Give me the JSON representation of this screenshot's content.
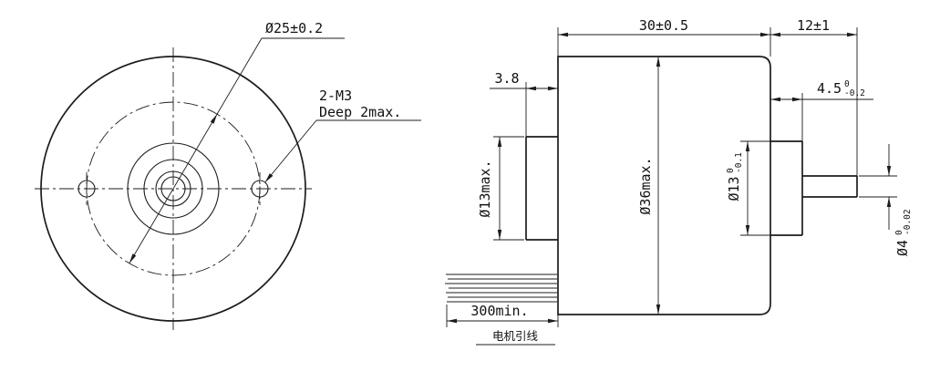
{
  "drawing": {
    "front_view": {
      "bolt_circle_dim": "Ø25±0.2",
      "tapped_hole_callout_line1": "2-M3",
      "tapped_hole_callout_line2": "Deep 2max."
    },
    "side_view": {
      "body_length": "30±0.5",
      "shaft_extension_length": "12±1",
      "front_boss_length": "3.8",
      "rear_boss_length": {
        "value": "4.5",
        "tol_upper": "0",
        "tol_lower": "-0.2"
      },
      "front_boss_diameter": "Ø13max.",
      "body_diameter": "Ø36max.",
      "rear_boss_diameter": {
        "value": "Ø13",
        "tol_upper": "0",
        "tol_lower": "-0.1"
      },
      "shaft_diameter": {
        "value": "Ø4",
        "tol_upper": "0",
        "tol_lower": "-0.02"
      },
      "lead_wire_length": "300min.",
      "lead_wire_label": "电机引线"
    },
    "line_color": "#1c1c1c",
    "background": "#ffffff"
  }
}
